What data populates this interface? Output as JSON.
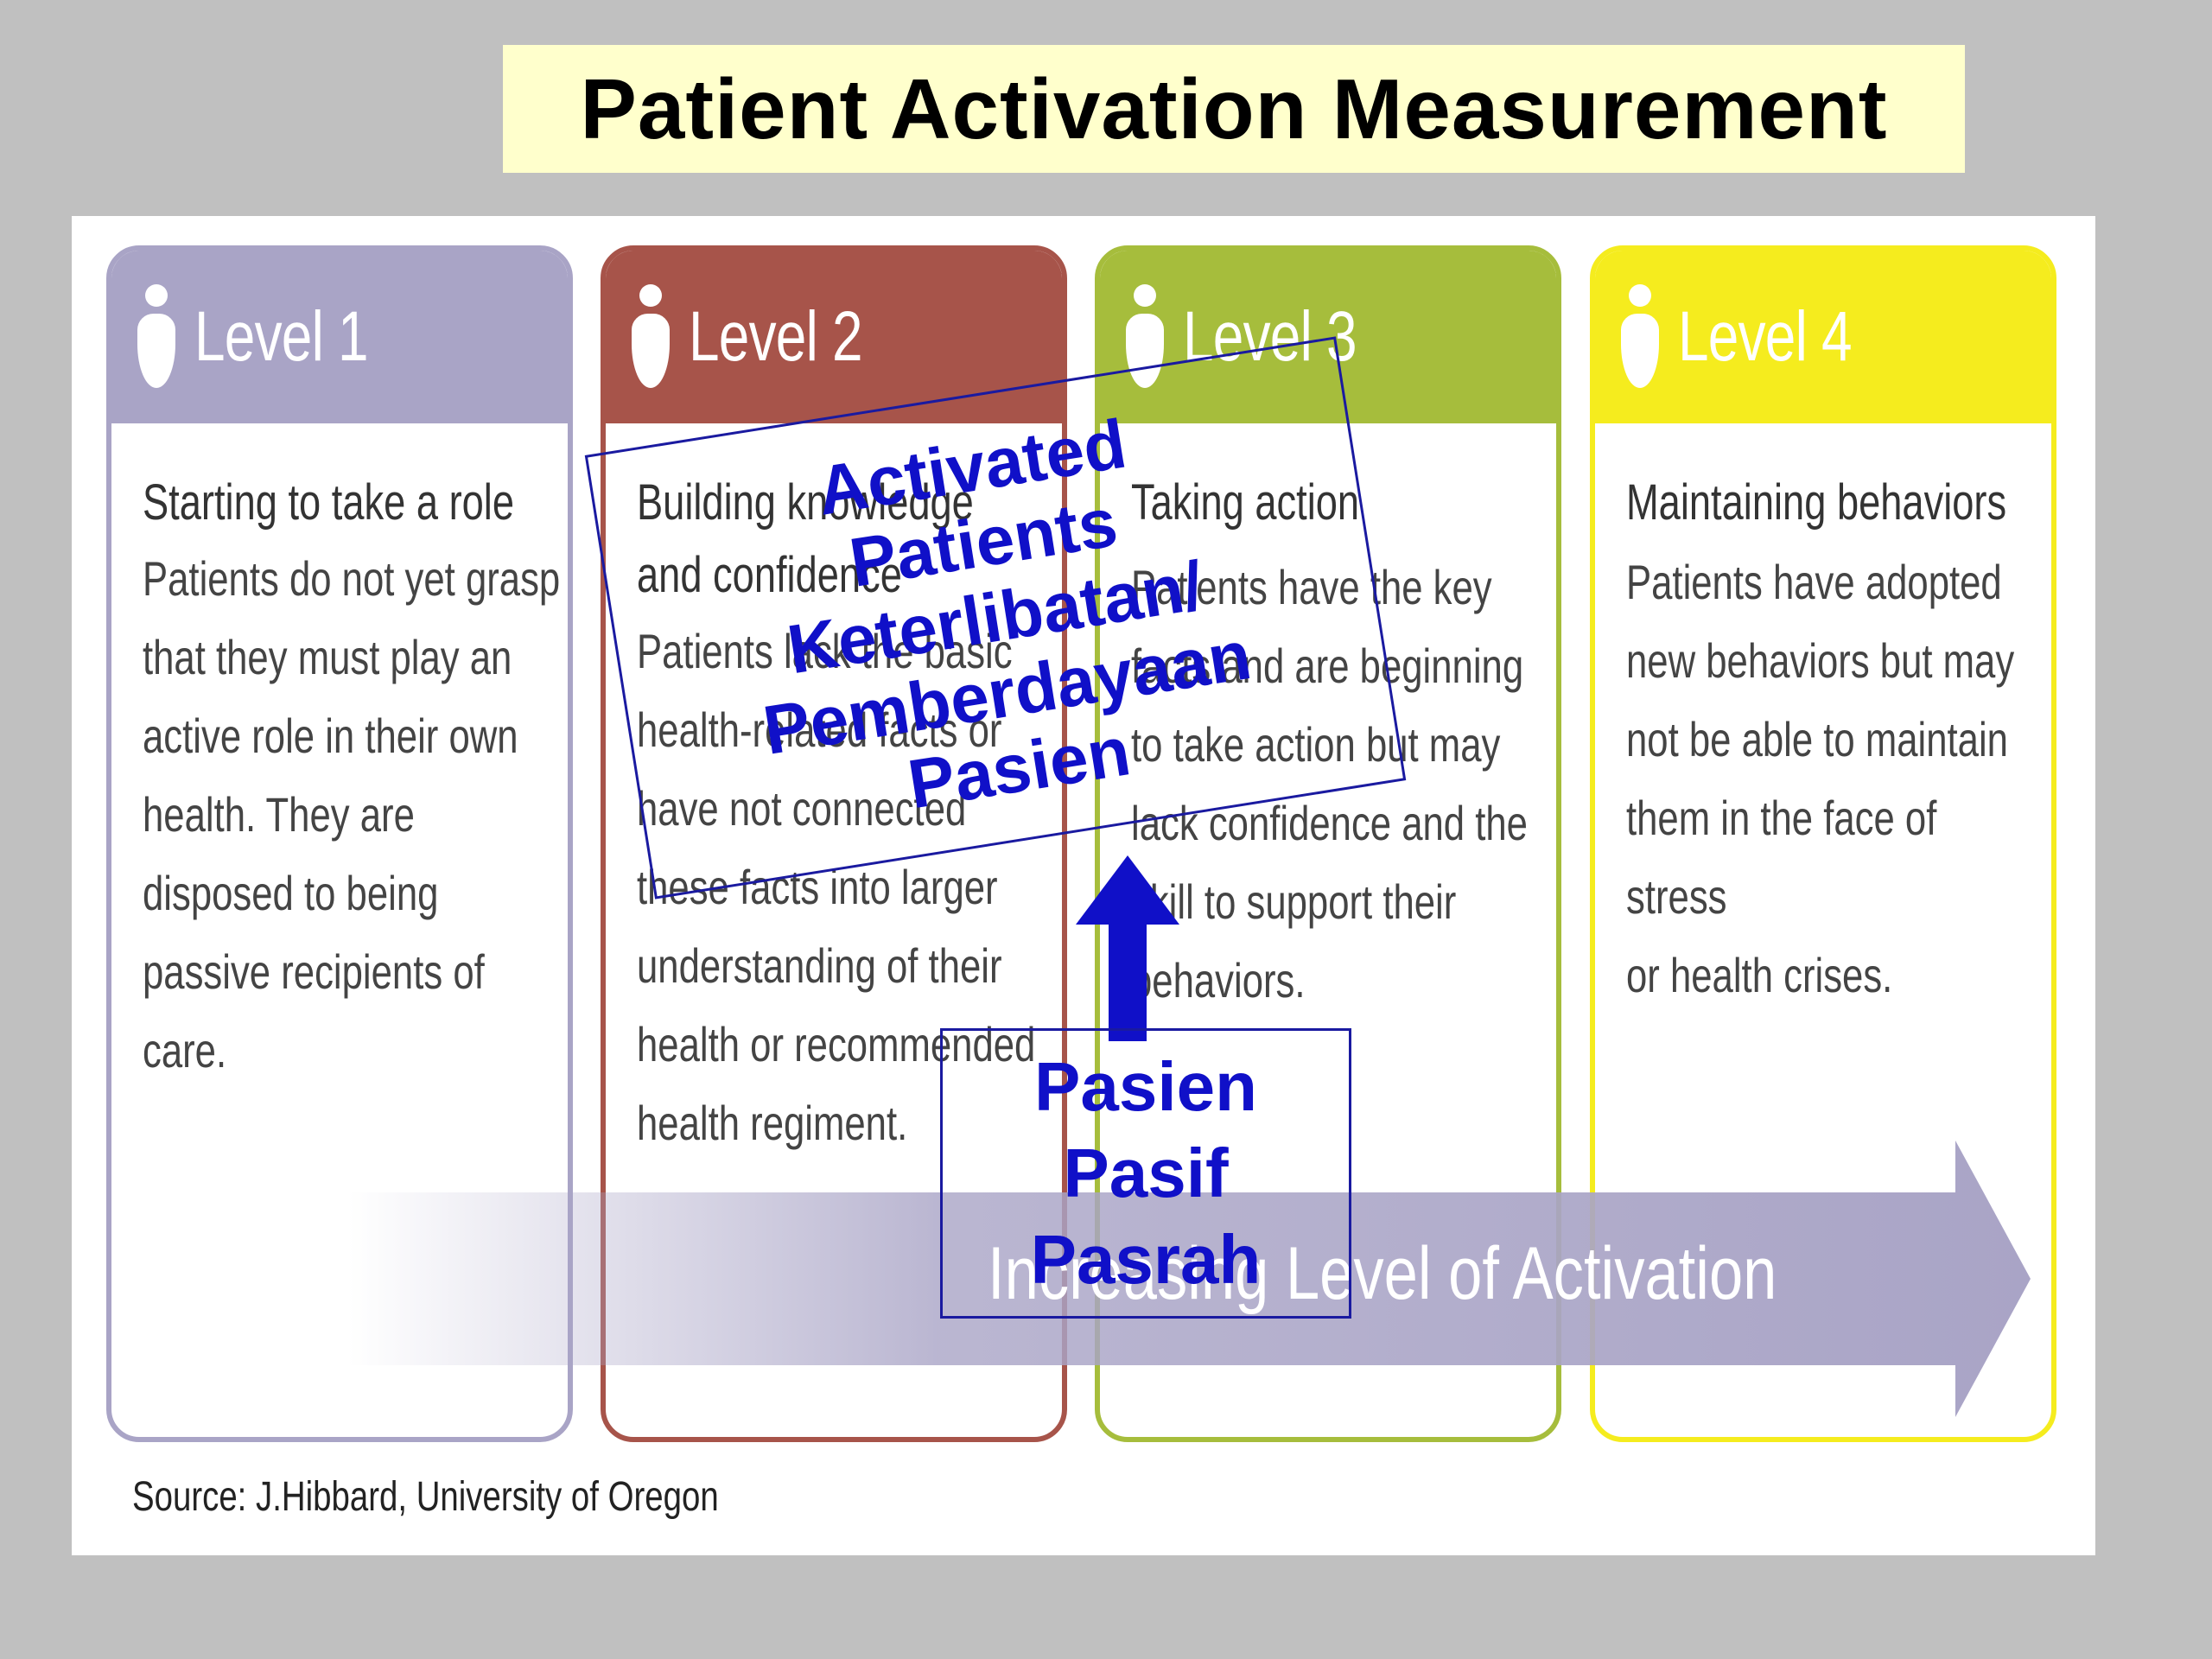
{
  "title": "Patient Activation Measurement",
  "levels": [
    {
      "label": "Level 1",
      "heading": "Starting to take a role",
      "description": "Patients do not yet grasp\nthat they must play an\nactive role in their own\nhealth. They are\ndisposed to being\npassive recipients of\ncare."
    },
    {
      "label": "Level 2",
      "heading": "Building knowledge\nand confidence",
      "description": "Patients lack the basic\nhealth-related facts or\nhave not connected\nthese facts into larger\nunderstanding of their\nhealth or recommended\nhealth regiment."
    },
    {
      "label": "Level 3",
      "heading": "Taking action",
      "description": "Patients have the key\nfacts and are beginning\nto take action but may\nlack confidence and the\nskill to support their\nbehaviors."
    },
    {
      "label": "Level 4",
      "heading": "Maintaining behaviors",
      "description": "Patients have adopted\nnew behaviors but may\nnot be able to maintain\nthem in the face of stress\nor health crises."
    }
  ],
  "band_label": "Increasing Level of Activation",
  "source": "Source: J.Hibbard, University of Oregon",
  "overlay_activated": [
    "Activated",
    "Patients",
    "Keterlibatan/",
    "Pemberdayaan",
    "Pasien"
  ],
  "overlay_passive": [
    "Pasien",
    "Pasif",
    "Pasrah"
  ],
  "colors": {
    "background": "#c0c0c0",
    "title_bg": "#ffffcc",
    "level1": "#a9a4c6",
    "level2": "#a7544a",
    "level3": "#a6bd3c",
    "level4": "#f5ec1e",
    "band": "#a9a4c6",
    "overlay_text": "#1010c8"
  }
}
